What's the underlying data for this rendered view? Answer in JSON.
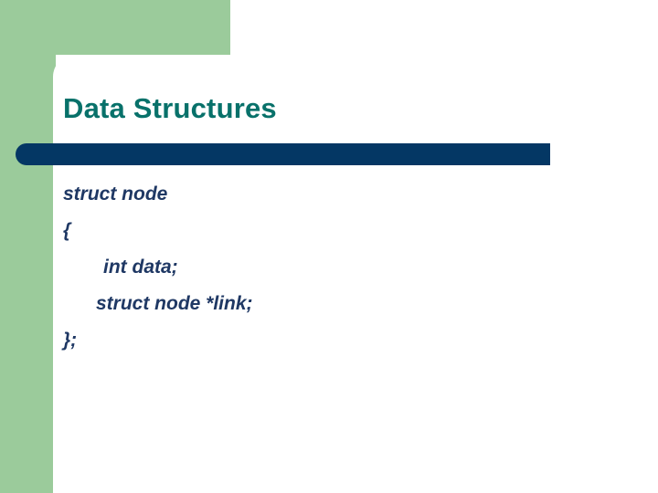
{
  "slide": {
    "title": "Data Structures",
    "code_lines": [
      {
        "text": "struct node",
        "indent": 0
      },
      {
        "text": "{",
        "indent": 0
      },
      {
        "text": "int data;",
        "indent": 1
      },
      {
        "text": "struct node *link;",
        "indent": 2
      },
      {
        "text": "};",
        "indent": 0
      }
    ]
  },
  "colors": {
    "accent_green": "#9bcb9b",
    "title_teal": "#08716a",
    "rule_navy": "#043764",
    "code_navy": "#1f3864",
    "background": "#ffffff"
  }
}
